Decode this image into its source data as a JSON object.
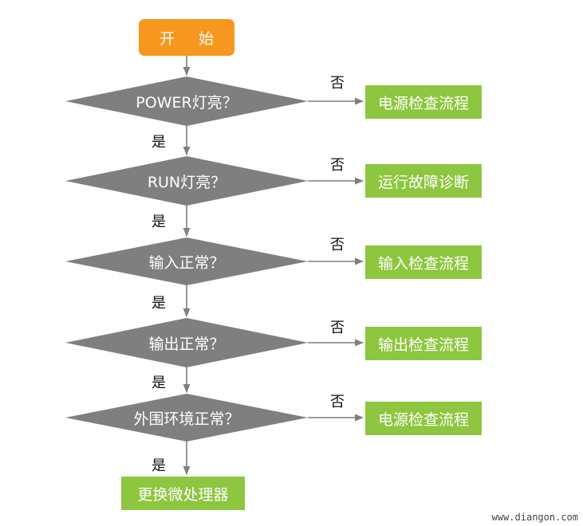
{
  "flow": {
    "start": "开 始",
    "decisions": [
      {
        "question": "POWER灯亮？",
        "no_label": "否",
        "yes_label": "是",
        "no_action": "电源检查流程"
      },
      {
        "question": "RUN灯亮？",
        "no_label": "否",
        "yes_label": "是",
        "no_action": "运行故障诊断"
      },
      {
        "question": "输入正常？",
        "no_label": "否",
        "yes_label": "是",
        "no_action": "输入检查流程"
      },
      {
        "question": "输出正常？",
        "no_label": "否",
        "yes_label": "是",
        "no_action": "输出检查流程"
      },
      {
        "question": "外围环境正常？",
        "no_label": "否",
        "yes_label": "是",
        "no_action": "电源检查流程"
      }
    ],
    "end": "更换微处理器"
  },
  "watermark": "www.diangon.com",
  "colors": {
    "start_fill": "#f7971d",
    "decision_fill": "#7f7f7f",
    "action_fill": "#8dc63f",
    "connector": "#7f7f7f"
  }
}
